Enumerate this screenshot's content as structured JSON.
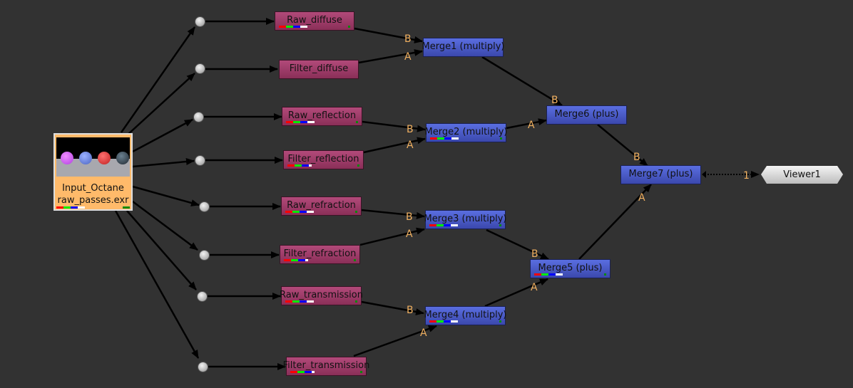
{
  "app": "Node graph",
  "input_node": {
    "line1": "Input_Octane",
    "line2": "raw_passes.exr"
  },
  "colors": {
    "background": "#323232",
    "read_node": "#a03f6b",
    "merge_node": "#4a5cc8",
    "input_node": "#ffba6a",
    "viewer_node": "#d8d8d8",
    "input_label": "#f0b060"
  },
  "channel_bar": [
    "#ff0000",
    "#00e000",
    "#0000ff",
    "#ffffff"
  ],
  "read_nodes": [
    {
      "id": "raw_diffuse",
      "label": "Raw_diffuse"
    },
    {
      "id": "filter_diffuse",
      "label": "Filter_diffuse"
    },
    {
      "id": "raw_reflection",
      "label": "Raw_reflection"
    },
    {
      "id": "filter_reflection",
      "label": "Filter_reflection"
    },
    {
      "id": "raw_refraction",
      "label": "Raw_refraction"
    },
    {
      "id": "filter_refraction",
      "label": "Filter_refraction"
    },
    {
      "id": "raw_transmission",
      "label": "Raw_transmission"
    },
    {
      "id": "filter_transmission",
      "label": "Filter_transmission"
    }
  ],
  "merge_nodes": [
    {
      "id": "merge1",
      "label": "Merge1 (multiply)"
    },
    {
      "id": "merge2",
      "label": "Merge2 (multiply)"
    },
    {
      "id": "merge3",
      "label": "Merge3 (multiply)"
    },
    {
      "id": "merge4",
      "label": "Merge4 (multiply)"
    },
    {
      "id": "merge5",
      "label": "Merge5 (plus)"
    },
    {
      "id": "merge6",
      "label": "Merge6 (plus)"
    },
    {
      "id": "merge7",
      "label": "Merge7 (plus)"
    }
  ],
  "viewer": {
    "label": "Viewer1",
    "input_label": "1"
  },
  "input_labels": {
    "a": "A",
    "b": "B"
  },
  "connections": [
    {
      "from": "raw_diffuse",
      "to": "merge1",
      "input": "B"
    },
    {
      "from": "filter_diffuse",
      "to": "merge1",
      "input": "A"
    },
    {
      "from": "raw_reflection",
      "to": "merge2",
      "input": "B"
    },
    {
      "from": "filter_reflection",
      "to": "merge2",
      "input": "A"
    },
    {
      "from": "raw_refraction",
      "to": "merge3",
      "input": "B"
    },
    {
      "from": "filter_refraction",
      "to": "merge3",
      "input": "A"
    },
    {
      "from": "raw_transmission",
      "to": "merge4",
      "input": "B"
    },
    {
      "from": "filter_transmission",
      "to": "merge4",
      "input": "A"
    },
    {
      "from": "merge1",
      "to": "merge6",
      "input": "B"
    },
    {
      "from": "merge2",
      "to": "merge6",
      "input": "A"
    },
    {
      "from": "merge3",
      "to": "merge5",
      "input": "B"
    },
    {
      "from": "merge4",
      "to": "merge5",
      "input": "A"
    },
    {
      "from": "merge6",
      "to": "merge7",
      "input": "B"
    },
    {
      "from": "merge5",
      "to": "merge7",
      "input": "A"
    },
    {
      "from": "merge7",
      "to": "viewer1",
      "input": "1"
    }
  ]
}
